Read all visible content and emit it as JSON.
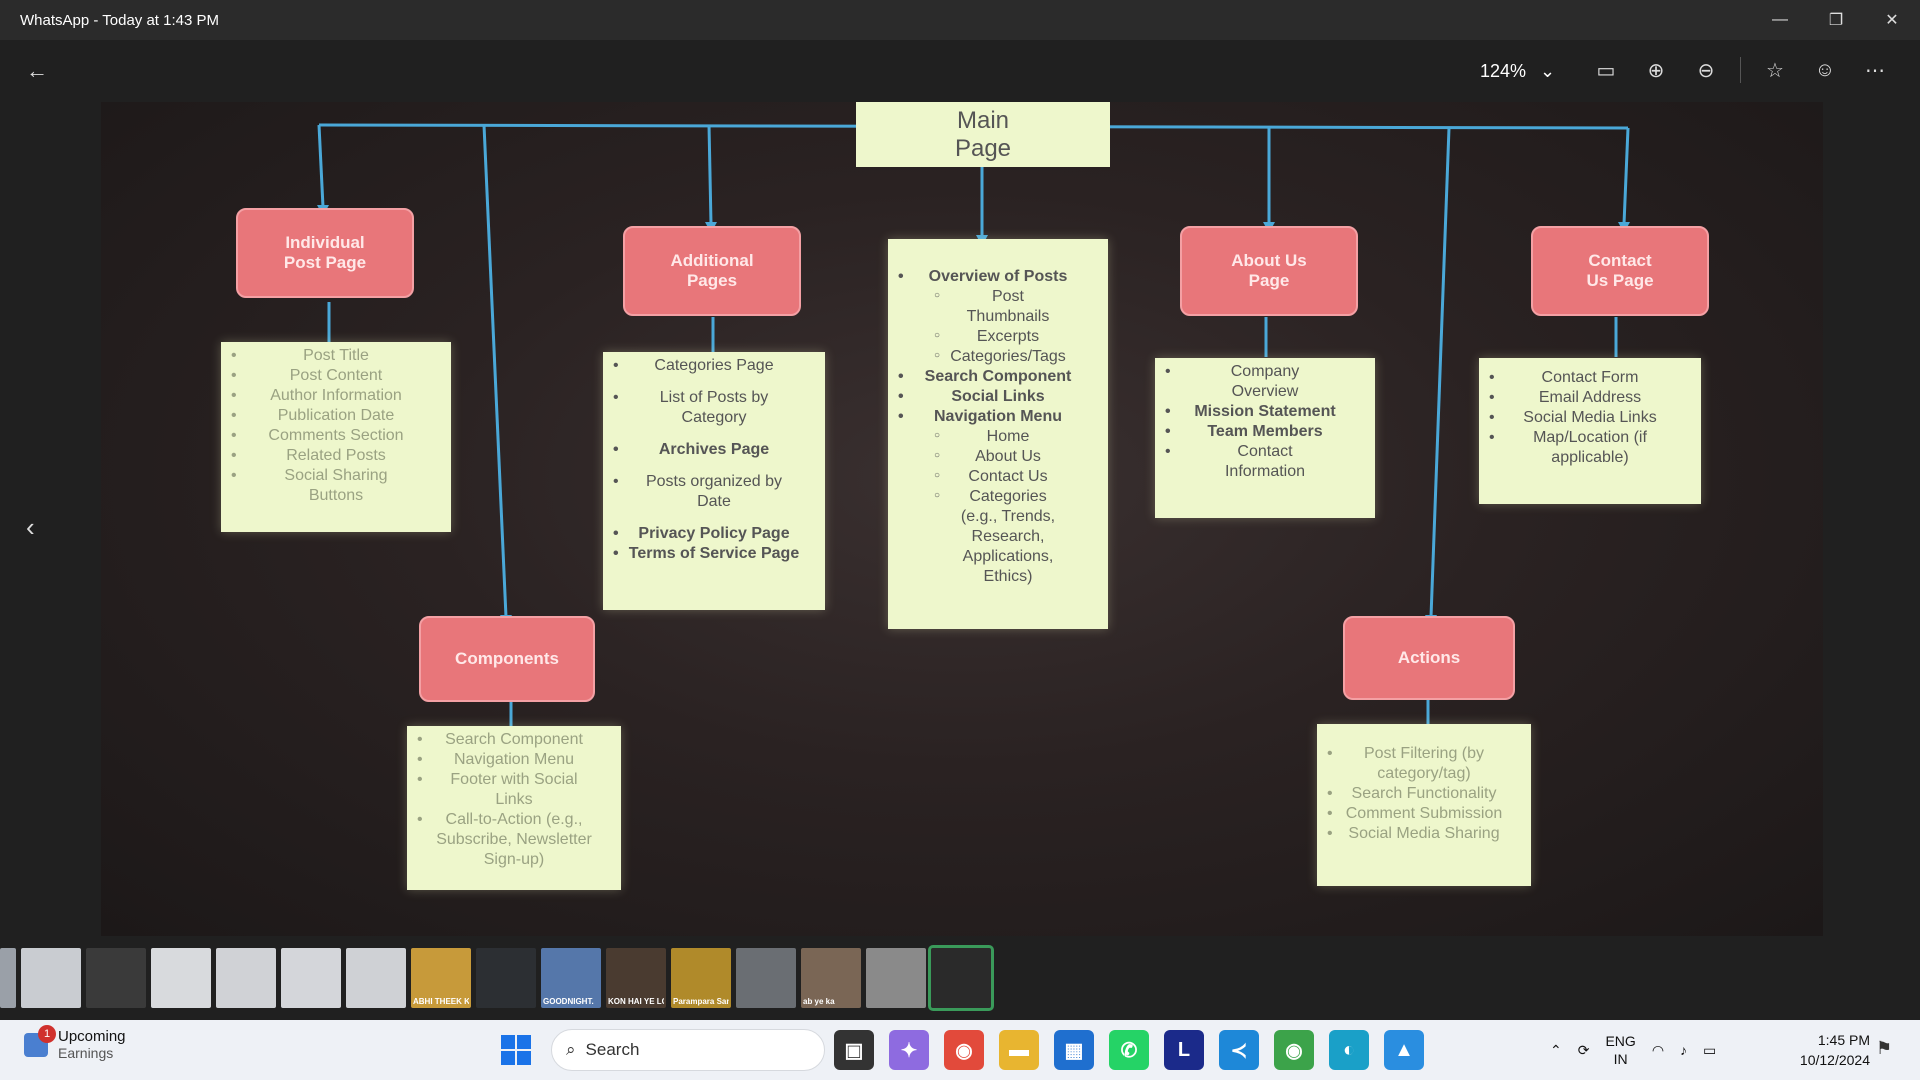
{
  "window": {
    "title": "WhatsApp - Today at 1:43 PM",
    "controls": [
      "—",
      "❐",
      "✕"
    ]
  },
  "toolbar": {
    "back": "←",
    "zoom": "124%",
    "zoom_caret": "⌄",
    "icons": [
      "fit-icon",
      "zoom-in-icon",
      "zoom-out-icon",
      "star-icon",
      "smiley-icon",
      "more-icon"
    ],
    "icon_glyphs": [
      "▭",
      "⊕",
      "⊖",
      "☆",
      "☺",
      "⋯"
    ]
  },
  "viewer": {
    "prev": "‹"
  },
  "diagram": {
    "main": [
      "Main",
      "Page"
    ],
    "nodes": {
      "individual": [
        "Individual",
        "Post Page"
      ],
      "additional": [
        "Additional",
        "Pages"
      ],
      "about": [
        "About Us",
        "Page"
      ],
      "contact": [
        "Contact",
        "Us Page"
      ],
      "components": "Components",
      "actions": "Actions"
    },
    "individual_list": [
      "Post Title",
      "Post Content",
      "Author Information",
      "Publication Date",
      "Comments Section",
      "Related Posts",
      "Social Sharing",
      "Buttons"
    ],
    "additional_list": {
      "categories": "Categories Page",
      "list_posts": "List of Posts by",
      "list_posts2": "Category",
      "archives": "Archives Page",
      "organized": "Posts organized by",
      "organized2": "Date",
      "privacy": "Privacy Policy Page",
      "terms": "Terms of Service Page"
    },
    "main_list": {
      "overview": "Overview of Posts",
      "post": "Post",
      "thumbs": "Thumbnails",
      "excerpts": "Excerpts",
      "cats": "Categories/Tags",
      "search": "Search Component",
      "social": "Social Links",
      "nav": "Navigation Menu",
      "home": "Home",
      "about": "About Us",
      "contact": "Contact Us",
      "categories": "Categories",
      "eg1": "(e.g., Trends,",
      "eg2": "Research,",
      "eg3": "Applications,",
      "eg4": "Ethics)"
    },
    "about_list": [
      "Company",
      "Overview",
      "Mission Statement",
      "Team Members",
      "Contact",
      "Information"
    ],
    "contact_list": [
      "Contact Form",
      "Email Address",
      "Social Media Links",
      "Map/Location (if",
      "applicable)"
    ],
    "components_list": [
      "Search Component",
      "Navigation Menu",
      "Footer with Social",
      "Links",
      "Call-to-Action (e.g.,",
      "Subscribe, Newsletter",
      "Sign-up)"
    ],
    "actions_list": [
      "Post Filtering (by",
      "category/tag)",
      "Search Functionality",
      "Comment Submission",
      "Social Media Sharing"
    ]
  },
  "filmstrip": {
    "thumbs": [
      {
        "color": "#9aa0a8",
        "label": ""
      },
      {
        "color": "#c9ccd1",
        "label": ""
      },
      {
        "color": "#3a3a3a",
        "label": ""
      },
      {
        "color": "#d8dadd",
        "label": ""
      },
      {
        "color": "#d0d2d6",
        "label": ""
      },
      {
        "color": "#d4d6da",
        "label": ""
      },
      {
        "color": "#cfd1d5",
        "label": ""
      },
      {
        "color": "#c79a3a",
        "label": "ABHI THEEK KA"
      },
      {
        "color": "#2c2f33",
        "label": ""
      },
      {
        "color": "#5577aa",
        "label": "GOODNIGHT."
      },
      {
        "color": "#4a3b30",
        "label": "KON HAI YE LOG AATEY HAI"
      },
      {
        "color": "#b08a2a",
        "label": "Parampara Sanskar"
      },
      {
        "color": "#6a6e73",
        "label": ""
      },
      {
        "color": "#7a6655",
        "label": "ab ye ka"
      },
      {
        "color": "#8a8a8a",
        "label": ""
      },
      {
        "color": "#2a2a2a",
        "label": ""
      }
    ]
  },
  "taskbar": {
    "widget_title": "Upcoming",
    "widget_sub": "Earnings",
    "widget_badge": "1",
    "search_placeholder": "Search",
    "apps": [
      {
        "name": "task-view-icon",
        "glyph": "▣",
        "bg": "#333"
      },
      {
        "name": "copilot-icon",
        "glyph": "✦",
        "bg": "#8e6be0"
      },
      {
        "name": "chrome-icon",
        "glyph": "◉",
        "bg": "#e24a3b"
      },
      {
        "name": "file-explorer-icon",
        "glyph": "▬",
        "bg": "#e8b530"
      },
      {
        "name": "store-icon",
        "glyph": "▦",
        "bg": "#1f6fcf"
      },
      {
        "name": "whatsapp-icon",
        "glyph": "✆",
        "bg": "#25d366"
      },
      {
        "name": "l-app-icon",
        "glyph": "L",
        "bg": "#1b2a8a"
      },
      {
        "name": "vscode-icon",
        "glyph": "≺",
        "bg": "#1e88d8"
      },
      {
        "name": "chrome-profile-icon",
        "glyph": "◉",
        "bg": "#3ca34a"
      },
      {
        "name": "edge-icon",
        "glyph": "◐",
        "bg": "#1aa0c8"
      },
      {
        "name": "photos-icon",
        "glyph": "▲",
        "bg": "#2a8ee0"
      }
    ],
    "lang1": "ENG",
    "lang2": "IN",
    "time": "1:45 PM",
    "date": "10/12/2024"
  }
}
